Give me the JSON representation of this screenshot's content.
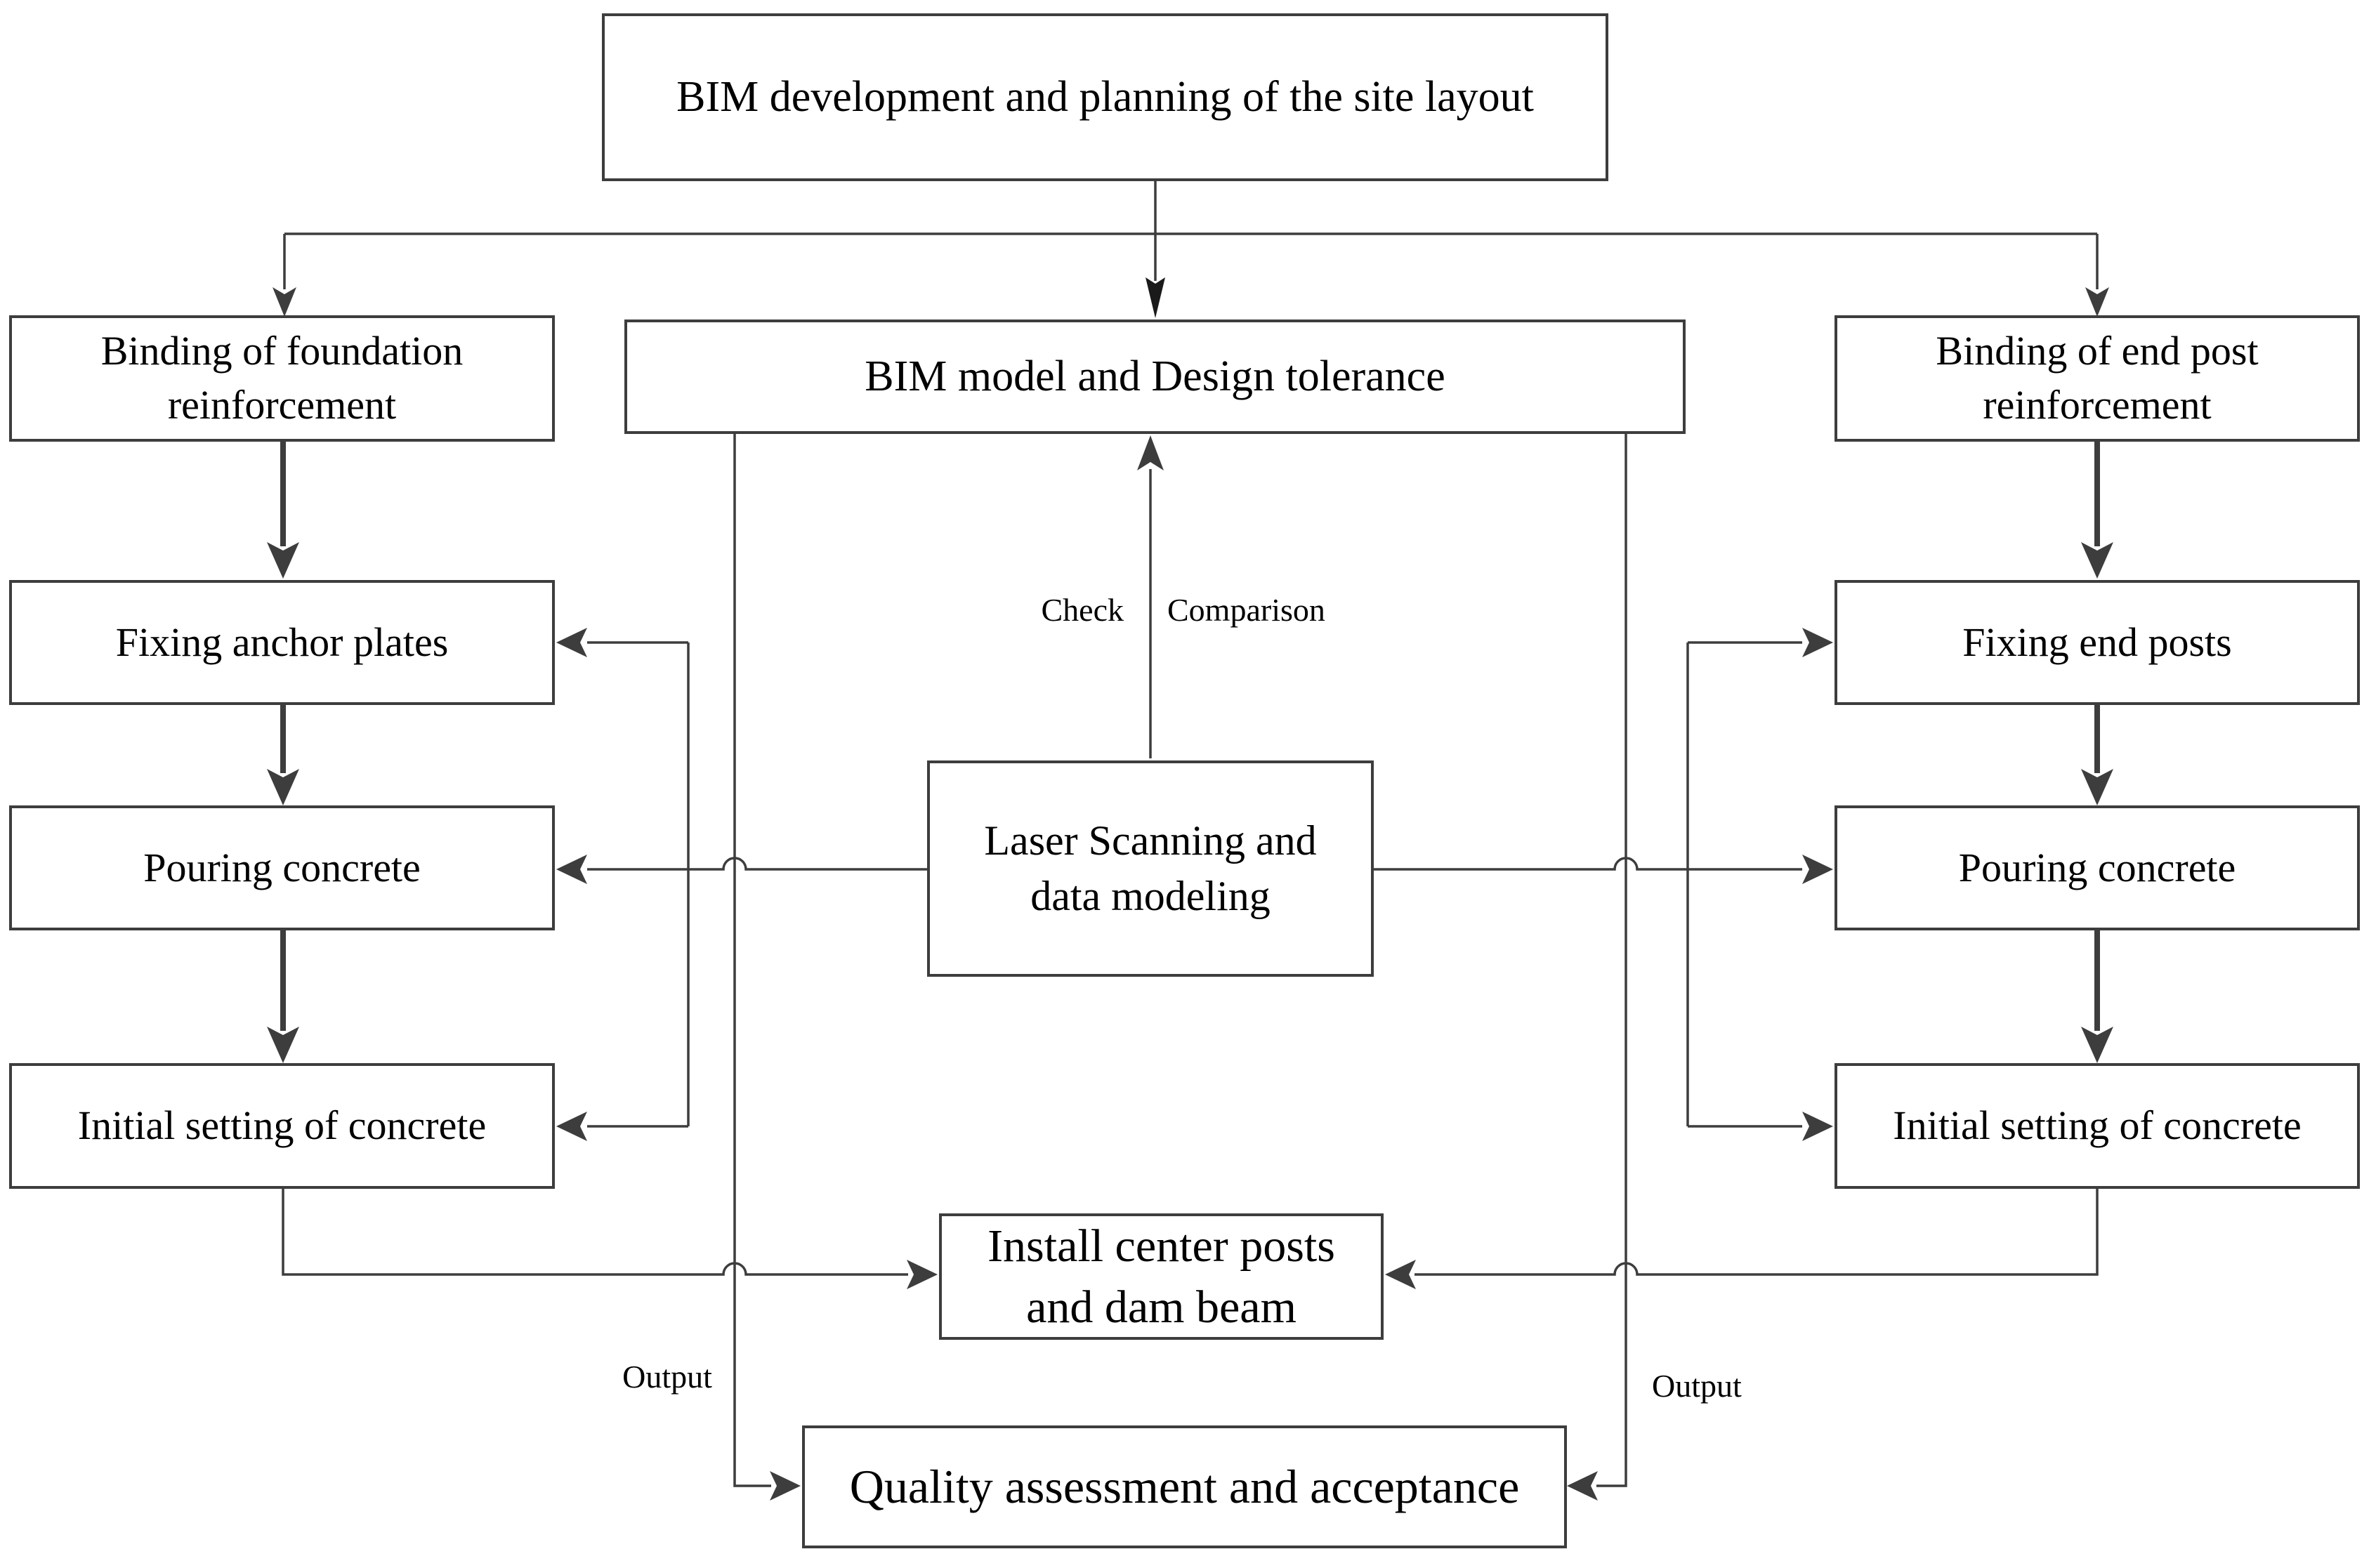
{
  "diagram": {
    "title": "BIM construction flowchart",
    "nodes": {
      "top": {
        "label": "BIM development and planning of the site layout"
      },
      "bim_model": {
        "label": "BIM model and Design tolerance"
      },
      "binding_foundation": {
        "label": "Binding of foundation reinforcement"
      },
      "fixing_anchor": {
        "label": "Fixing anchor plates"
      },
      "pouring_left": {
        "label": "Pouring concrete"
      },
      "initial_left": {
        "label": "Initial setting of concrete"
      },
      "binding_end_post": {
        "label": "Binding of end post reinforcement"
      },
      "fixing_end_posts": {
        "label": "Fixing end posts"
      },
      "pouring_right": {
        "label": "Pouring concrete"
      },
      "initial_right": {
        "label": "Initial setting of concrete"
      },
      "laser": {
        "label": "Laser Scanning and data modeling"
      },
      "install": {
        "label": "Install center posts and dam beam"
      },
      "quality": {
        "label": "Quality assessment and acceptance"
      }
    },
    "edge_labels": {
      "check": "Check",
      "comparison": "Comparison",
      "output_left": "Output",
      "output_right": "Output"
    },
    "colors": {
      "line": "#3d3d3d",
      "text": "#000000",
      "background": "#ffffff"
    }
  }
}
